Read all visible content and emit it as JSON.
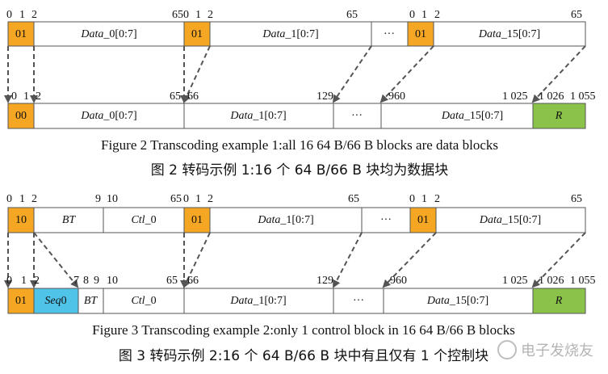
{
  "colors": {
    "orange": "#f5a623",
    "green": "#8bc34a",
    "blue": "#4fc3e8",
    "border": "#555555",
    "arrow": "#555555"
  },
  "figure2": {
    "top": {
      "blocks": [
        {
          "id": "f2t0",
          "text": "01",
          "italic": false,
          "fill": "orange",
          "ticks": [
            "0",
            "1",
            "2"
          ]
        },
        {
          "id": "f2t1",
          "text_prefix": "Data",
          "text_suffix": "_0[0:7]",
          "fill": "white",
          "end_tick": "65"
        },
        {
          "id": "f2t2",
          "text": "01",
          "fill": "orange",
          "ticks": [
            "0",
            "1",
            "2"
          ]
        },
        {
          "id": "f2t3",
          "text_prefix": "Data",
          "text_suffix": "_1[0:7]",
          "fill": "white",
          "end_tick": "65"
        },
        {
          "id": "f2t4",
          "text": "···",
          "fill": "white"
        },
        {
          "id": "f2t5",
          "text": "01",
          "fill": "orange",
          "ticks": [
            "0",
            "1",
            "2"
          ]
        },
        {
          "id": "f2t6",
          "text_prefix": "Data",
          "text_suffix": "_15[0:7]",
          "fill": "white",
          "end_tick": "65"
        }
      ]
    },
    "bottom": {
      "blocks": [
        {
          "id": "f2b0",
          "text": "00",
          "fill": "orange"
        },
        {
          "id": "f2b1",
          "text_prefix": "Data",
          "text_suffix": "_0[0:7]",
          "fill": "white"
        },
        {
          "id": "f2b2",
          "text_prefix": "Data",
          "text_suffix": "_1[0:7]",
          "fill": "white"
        },
        {
          "id": "f2b3",
          "text": "···",
          "fill": "white"
        },
        {
          "id": "f2b4",
          "text_prefix": "Data",
          "text_suffix": "_15[0:7]",
          "fill": "white"
        },
        {
          "id": "f2b5",
          "text": "R",
          "fill": "green"
        }
      ],
      "ticks": {
        "t0": "0",
        "t1": "1",
        "t2": "2",
        "t65": "65",
        "t66": "66",
        "t129": "129",
        "t960": "960",
        "t1025": "1 025",
        "t1026": "1 026",
        "t1055": "1 055"
      }
    },
    "caption_en": "Figure 2    Transcoding example 1:all 16 64 B/66 B blocks are data blocks",
    "caption_cn": "图 2    转码示例 1:16 个 64 B/66 B 块均为数据块"
  },
  "figure3": {
    "top": {
      "labels": {
        "b0": "10",
        "bt": "BT",
        "ctl_prefix": "Ctl",
        "ctl_suffix": "_0",
        "b1": "01",
        "d1_prefix": "Data",
        "d1_suffix": "_1[0:7]",
        "dots": "···",
        "b2": "01",
        "d15_prefix": "Data",
        "d15_suffix": "_15[0:7]"
      },
      "ticks": {
        "t0": "0",
        "t1": "1",
        "t2": "2",
        "t9": "9",
        "t10": "10",
        "t65": "65",
        "t0b": "0",
        "t1b": "1",
        "t2b": "2",
        "t65b": "65",
        "t0c": "0",
        "t1c": "1",
        "t2c": "2",
        "t65c": "65"
      }
    },
    "bottom": {
      "labels": {
        "b0": "01",
        "seq_prefix": "Seq",
        "seq_suffix": "0",
        "bt": "BT",
        "ctl_prefix": "Ctl",
        "ctl_suffix": "_0",
        "d1_prefix": "Data",
        "d1_suffix": "_1[0:7]",
        "dots": "···",
        "d15_prefix": "Data",
        "d15_suffix": "_15[0:7]",
        "r": "R"
      },
      "ticks": {
        "t0": "0",
        "t1": "1",
        "t2": "2",
        "t7": "7",
        "t8": "8",
        "t9": "9",
        "t10": "10",
        "t65": "65",
        "t66": "66",
        "t129": "129",
        "t960": "960",
        "t1025": "1 025",
        "t1026": "1 026",
        "t1055": "1 055"
      }
    },
    "caption_en": "Figure 3    Transcoding example 2:only 1 control block in 16 64 B/66 B blocks",
    "caption_cn": "图 3    转码示例 2:16 个 64 B/66 B 块中有且仅有 1 个控制块"
  },
  "watermark": "电子发烧友"
}
